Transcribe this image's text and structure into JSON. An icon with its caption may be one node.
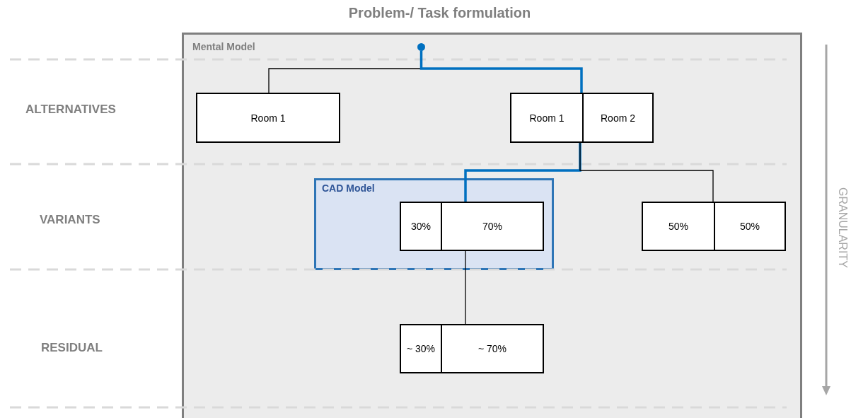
{
  "diagram": {
    "title": "Problem-/ Task formulation",
    "nodes": [
      {
        "text": [
          "Mental Model"
        ]
      },
      {
        "text": [],
        "shape": "circle",
        "in": 0
      },
      {
        "text": [
          "Room 1"
        ],
        "in": 0
      },
      {
        "text": [
          "Room 1",
          "Room 2"
        ],
        "in": 0
      },
      {
        "text": [
          "CAD Model"
        ],
        "in": 0
      },
      {
        "text": [
          "30%",
          "70%"
        ],
        "in": 4
      },
      {
        "text": [
          "50%",
          "50%"
        ],
        "in": 0
      },
      {
        "text": [
          "~ 30%",
          "~ 70%"
        ],
        "in": 0
      }
    ],
    "edges": [
      {
        "from": 1,
        "to": 2,
        "arrow": "none"
      },
      {
        "from": 1,
        "to": 3,
        "arrow": "none",
        "style": "thick",
        "color": "#0070c0"
      },
      {
        "from": 3,
        "to": 5,
        "arrow": "none",
        "style": "thick",
        "color": "#0070c0"
      },
      {
        "from": 3,
        "to": 6,
        "arrow": "none"
      },
      {
        "from": 5,
        "to": 7,
        "arrow": "none"
      }
    ],
    "labels": [
      "ALTERNATIVES",
      "VARIANTS",
      "RESIDUAL",
      "GRANULARITY"
    ]
  }
}
